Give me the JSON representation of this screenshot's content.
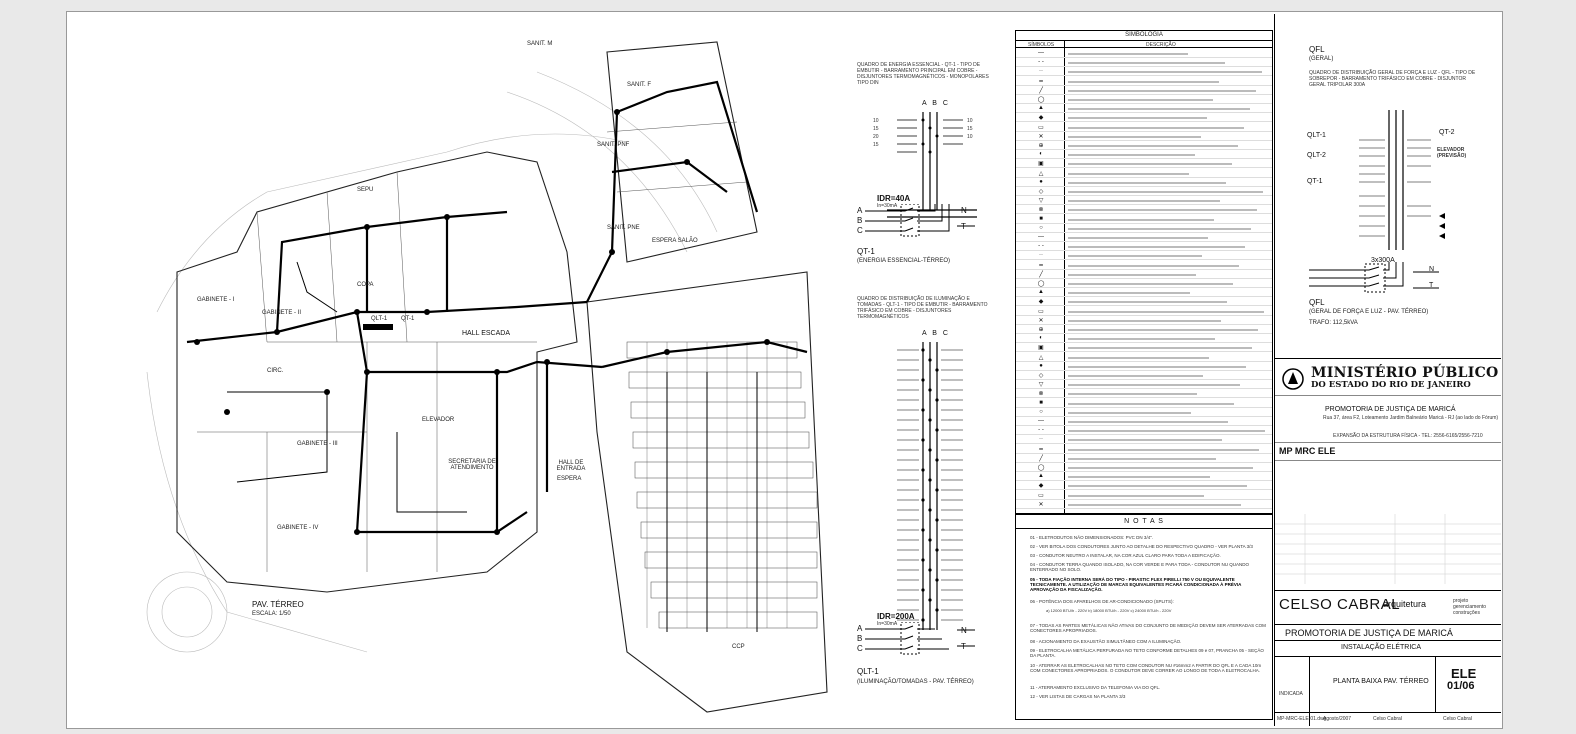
{
  "plan": {
    "title": "PAV. TÉRREO",
    "scale": "ESCALA: 1/50",
    "rooms": [
      "SANIT. M",
      "SANIT. F",
      "SANIT. PNE",
      "SANIT. PNF",
      "COPA",
      "CIRC.",
      "HALL ESCADA",
      "HALL DE ENTRADA",
      "ESPERA",
      "ESPERA SALÃO",
      "GABINETE - I",
      "GABINETE - II",
      "GABINETE - III",
      "GABINETE - IV",
      "SECRETARIA DE ATENDIMENTO",
      "ELEVADOR",
      "SEPU",
      "CCP",
      "QLT-1",
      "QT-1"
    ]
  },
  "diagrams": {
    "qt1": {
      "phases": "A B C",
      "breaker": "IDR=40A",
      "breaker_sub": "In=30mA",
      "title": "QT-1",
      "subtitle": "(ENERGIA ESSENCIAL-TÉRREO)"
    },
    "qlt1": {
      "phases": "A B C",
      "breaker": "IDR=200A",
      "breaker_sub": "In=30mA",
      "title": "QLT-1",
      "subtitle": "(ILUMINAÇÃO/TOMADAS - PAV. TÉRREO)"
    },
    "qfl": {
      "title_top": "QFL",
      "subtitle_top": "(GERAL)",
      "feeders": [
        "QLT-1",
        "QLT-2",
        "QT-1"
      ],
      "elevator_label": "QT-2",
      "elevator_note": "ELEVADOR (PREVISÃO)",
      "main_breaker": "3x300A",
      "title": "QFL",
      "subtitle": "(GERAL DE FORÇA E LUZ - PAV. TÉRREO)",
      "trafo": "TRAFO: 112,5kVA"
    },
    "phase_labels": [
      "A",
      "B",
      "C",
      "N",
      "T"
    ]
  },
  "legend": {
    "header": "SIMBOLOGIA",
    "col_symbol": "SÍMBOLOS",
    "col_desc": "DESCRIÇÃO"
  },
  "notes": {
    "header": "N O T A S",
    "items": [
      "01 - ELETRODUTOS NÃO DIMENSIONADOS: PVC DN 3/4\".",
      "02 - VER BITOLA DOS CONDUTORES JUNTO AO DETALHE DO RESPECTIVO QUADRO - VER PLANTA 3/3",
      "03 - CONDUTOR NEUTRO A INSTALAR, NA COR AZUL CLARO PARA TODA A EDIFICAÇÃO.",
      "04 - CONDUTOR TERRA QUANDO ISOLADO, NA COR VERDE E PARA TODA - CONDUTOR NU QUANDO ENTERRADO NO SOLO.",
      "05 - TODA FIAÇÃO INTERNA SERÁ DO TIPO - PIRASTIC FLEX PIRELLI 750 V OU EQUIVALENTE TECNICAMENTE. A UTILIZAÇÃO DE MARCAS EQUIVALENTES FICARÁ CONDICIONADA À PRÉVIA APROVAÇÃO DA FISCALIZAÇÃO.",
      "06 - POTÊNCIA DOS APARELHOS DE AR-CONDICIONADO (SPLITS):",
      "07 - TODAS AS PARTES METÁLICAS NÃO ATIVAS DO CONJUNTO DE MEDIÇÃO DEVEM SER ATERRADAS COM CONECTORES APROPRIADOS.",
      "08 - ACIONAMENTO DA EXAUSTÃO SIMULTÂNEO COM A ILUMINAÇÃO.",
      "09 - ELETROCALHA METÁLICA PERFURADA NO TETO CONFORME DETALHES 09 e 07, PRANCHA 05 - SEÇÃO DA PLANTA.",
      "10 - ATERRAR AS ELETROCALHAS NO TETO COM CONDUTOR NU #16mm2 A PARTIR DO QFL E A CADA 10m COM CONECTORES APROPRIADOS. O CONDUTOR DEVE CORRER AO LONGO DE TODA A ELETROCALHA.",
      "11 - ATERRAMENTO EXCLUSIVO DA TELEFONIA VIA DO QFL.",
      "12 - VER LISTAS DE CARGAS NA PLANTA 3/3"
    ]
  },
  "title_block": {
    "org_line1": "MINISTÉRIO PÚBLICO",
    "org_line2": "DO ESTADO DO RIO DE JANEIRO",
    "unit": "PROMOTORIA DE JUSTIÇA DE MARICÁ",
    "address": "Rua 37, área F2, Loteamento Jardim Balneário Maricá - RJ (ao lado do Fórum)",
    "project_note": "EXPANSÃO DA ESTRUTURA FÍSICA - TEL: 2556-6165/2556-7210",
    "code": "MP MRC ELE",
    "firm": "CELSO CABRAL",
    "firm_sub": "arquitetura",
    "firm_services": "projeto gerenciamento construções",
    "project_title": "PROMOTORIA DE JUSTIÇA DE MARICÁ",
    "discipline": "INSTALAÇÃO ELÉTRICA",
    "drawing_title": "PLANTA BAIXA PAV. TÉRREO",
    "sheet_code": "ELE",
    "sheet_number": "01/06",
    "date": "Agosto/2007",
    "designer": "Celso Cabral",
    "checker": "Celso Cabral",
    "scale_value": "INDICADA",
    "file": "MP-MRC-ELE-01.dwg"
  },
  "colors": {
    "ink": "#111111",
    "paper": "#ffffff",
    "background": "#e9e9e9"
  }
}
